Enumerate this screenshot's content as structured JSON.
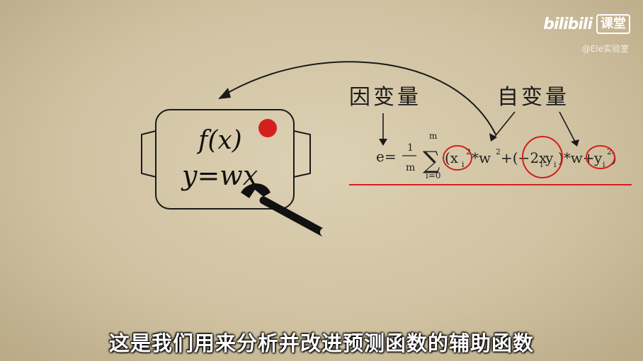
{
  "brand": {
    "logo_text": "bilibili",
    "course_text": "课堂",
    "watermark": "@Ele实验室"
  },
  "labels": {
    "dependent_variable": "因变量",
    "independent_variable": "自变量"
  },
  "machine": {
    "line1": "f(x)",
    "line2": "y=wx"
  },
  "equation": {
    "lhs": "e=",
    "frac_num": "1",
    "frac_den": "m",
    "sum_top": "m",
    "sum_bottom": "i=0",
    "term1": "(x",
    "term1_sub": "i",
    "term1_sup": "2",
    "term1_tail": "*w",
    "term1_w_sup": "2",
    "term2": "+(−2x",
    "term2_sub1": "i",
    "term2_mid": "y",
    "term2_sub2": "i",
    "term2_tail": ")*w+",
    "term3": "y",
    "term3_sub": "i",
    "term3_sup": "2",
    "term3_tail": ")"
  },
  "subtitle": "这是我们用来分析并改进预测函数的辅助函数",
  "colors": {
    "accent_red": "#d41f1f",
    "ink": "#1a1a1a",
    "background": "#d8cbab"
  }
}
